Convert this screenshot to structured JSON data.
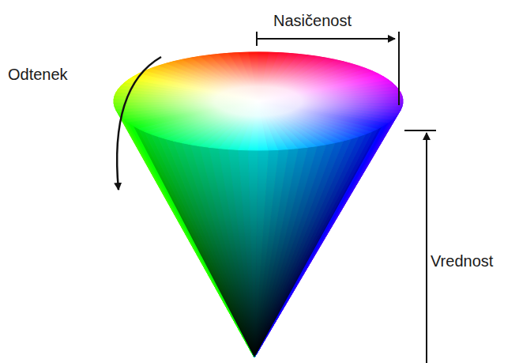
{
  "diagram": {
    "labels": [
      "Nasičenost",
      "Odtenek",
      "Vrednost"
    ]
  }
}
